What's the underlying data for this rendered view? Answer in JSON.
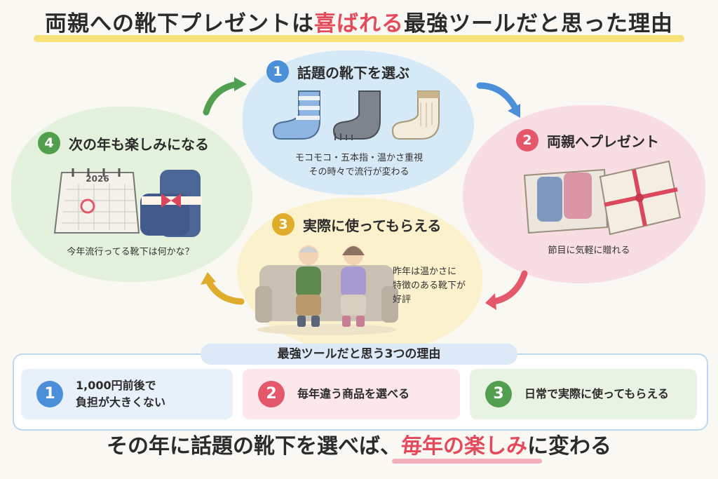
{
  "title": {
    "before": "両親への靴下プレゼントは",
    "highlight": "喜ばれる",
    "after": "最強ツールだと思った理由"
  },
  "steps": [
    {
      "number": "1",
      "title": "話題の靴下を選ぶ",
      "caption_line1": "モコモコ・五本指・温かさ重視",
      "caption_line2": "その時々で流行が変わる"
    },
    {
      "number": "2",
      "title": "両親へプレゼント",
      "caption_line1": "節目に気軽に贈れる"
    },
    {
      "number": "3",
      "title": "実際に使ってもらえる",
      "caption_line1": "昨年は温かさに",
      "caption_line2": "特徴のある靴下が",
      "caption_line3": "好評"
    },
    {
      "number": "4",
      "title": "次の年も楽しみになる",
      "caption_line1": "今年流行ってる靴下は何かな？",
      "calendar_year": "2026"
    }
  ],
  "reasons": {
    "title": "最強ツールだと思う3つの理由",
    "items": [
      {
        "number": "1",
        "line1": "1,000円前後で",
        "line2": "負担が大きくない"
      },
      {
        "number": "2",
        "line1": "毎年違う商品を選べる"
      },
      {
        "number": "3",
        "line1": "日常で実際に使ってもらえる"
      }
    ]
  },
  "bottom": {
    "before": "その年に話題の靴下を選べば、",
    "highlight": "毎年の楽しみ",
    "after": "に変わる"
  },
  "colors": {
    "accent_red": "#e54a5c",
    "blue": "#4a8fd8",
    "yellow": "#e0ac2c",
    "green": "#52a04f",
    "title_highlight": "#f7e27a"
  }
}
